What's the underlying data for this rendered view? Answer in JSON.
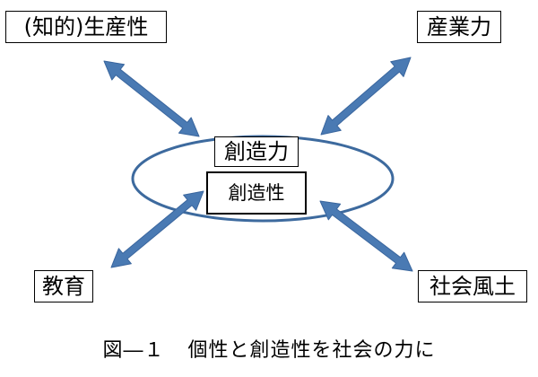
{
  "diagram": {
    "center_title": "創造力",
    "center_subtitle": "創造性",
    "nodes": {
      "top_left": "(知的)生産性",
      "top_right": "産業力",
      "bottom_left": "教育",
      "bottom_right": "社会風土"
    },
    "arrow_color": "#4a7ab3",
    "arrow_outline": "#3a669e",
    "ellipse_stroke": "#3d6a9e"
  },
  "caption": {
    "figure_number": "図―１",
    "text": "個性と創造性を社会の力に"
  }
}
